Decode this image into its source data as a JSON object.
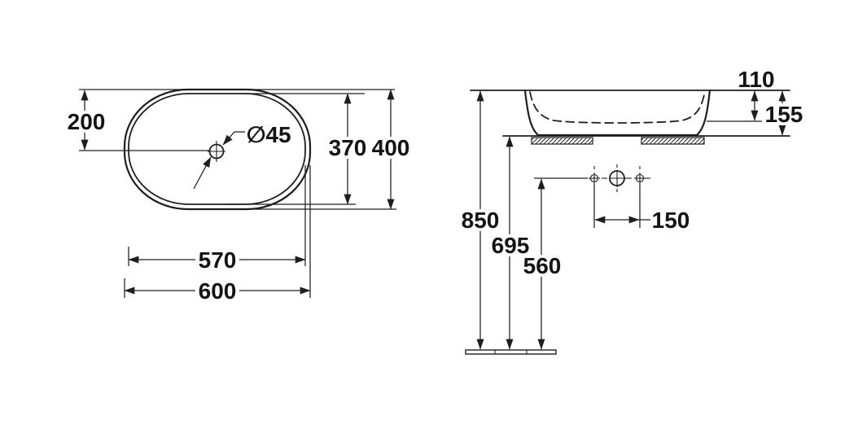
{
  "drawing": {
    "type": "technical-dimension-drawing",
    "subject": "oval countertop washbasin, two orthographic views",
    "colors": {
      "line": "#1e1e1e",
      "text": "#141414",
      "background": "#ffffff"
    },
    "top_view": {
      "dims": {
        "drain_offset_from_edge": "200",
        "drain_diameter": "∅45",
        "depth_inner": "370",
        "depth_outer": "400",
        "width_inner": "570",
        "width_outer": "600"
      }
    },
    "side_view": {
      "dims": {
        "bowl_inner_depth": "110",
        "basin_total_height": "155",
        "rim_height_from_floor": "850",
        "underside_height_from_floor": "695",
        "drain_height_from_floor": "560",
        "tap_hole_spacing": "150"
      }
    }
  }
}
